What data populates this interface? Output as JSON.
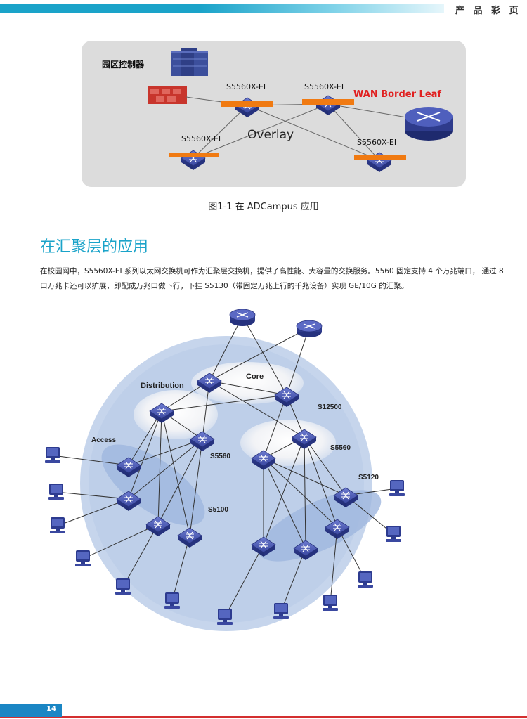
{
  "header": {
    "section_label": "产 品 彩 页"
  },
  "figure1": {
    "controller_label": "园区控制器",
    "switch_labels": [
      "S5560X-EI",
      "S5560X-EI",
      "S5560X-EI",
      "S5560X-EI"
    ],
    "border_label": "WAN Border Leaf",
    "overlay_label": "Overlay",
    "caption": "图1-1 在 ADCampus 应用"
  },
  "section": {
    "title": "在汇聚层的应用",
    "paragraph": "在校园网中，S5560X-EI 系列以太网交换机可作为汇聚层交换机，提供了高性能、大容量的交换服务。5560 固定支持 4 个万兆端口， 通过 8 口万兆卡还可以扩展，即配成万兆口做下行，下挂 S5130（带固定万兆上行的千兆设备）实现 GE/10G 的汇聚。"
  },
  "figure2": {
    "labels": {
      "distribution": "Distribution",
      "core": "Core",
      "s12500": "S12500",
      "access": "Access",
      "s5560_left": "S5560",
      "s5560_right": "S5560",
      "s5120": "S5120",
      "s5100": "S5100"
    }
  },
  "footer": {
    "page_number": "14"
  },
  "colors": {
    "accent": "#1aa3c9",
    "switch_blue": "#3f4fa6",
    "highlight_orange": "#f07a12",
    "alert_red": "#e02020"
  }
}
